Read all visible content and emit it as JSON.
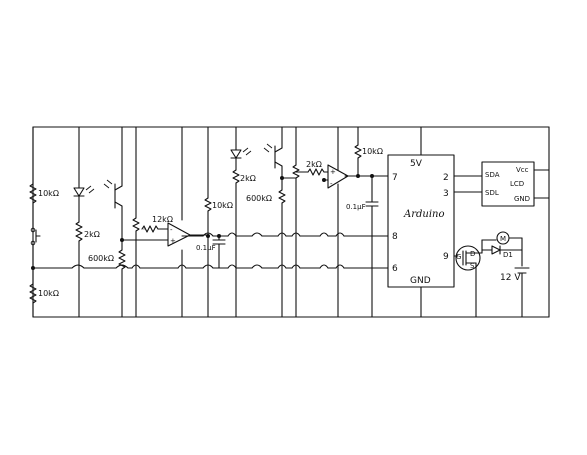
{
  "labels": {
    "r_10k_left_top": "10kΩ",
    "r_10k_left_bottom": "10kΩ",
    "r_2k_1": "2kΩ",
    "r_600k_1": "600kΩ",
    "r_12k": "12kΩ",
    "r_10k_mid": "10kΩ",
    "c_01_1": "0.1μF",
    "r_2k_2": "2kΩ",
    "r_600k_2": "600kΩ",
    "r_2k_3": "2kΩ",
    "r_10k_top": "10kΩ",
    "c_01_2": "0.1μF",
    "v_12": "12 V"
  },
  "arduino": {
    "name": "Arduino",
    "power": "5V",
    "ground": "GND",
    "pin_7": "7",
    "pin_8": "8",
    "pin_6": "6",
    "pin_2": "2",
    "pin_3": "3",
    "pin_9": "9"
  },
  "lcd": {
    "name": "LCD",
    "sda": "SDA",
    "sdl": "SDL",
    "vcc": "Vcc",
    "gnd": "GND"
  },
  "motor": {
    "symbol": "M",
    "diode": "D1"
  },
  "mosfet": {
    "g": "G",
    "d": "D",
    "s": "S"
  }
}
